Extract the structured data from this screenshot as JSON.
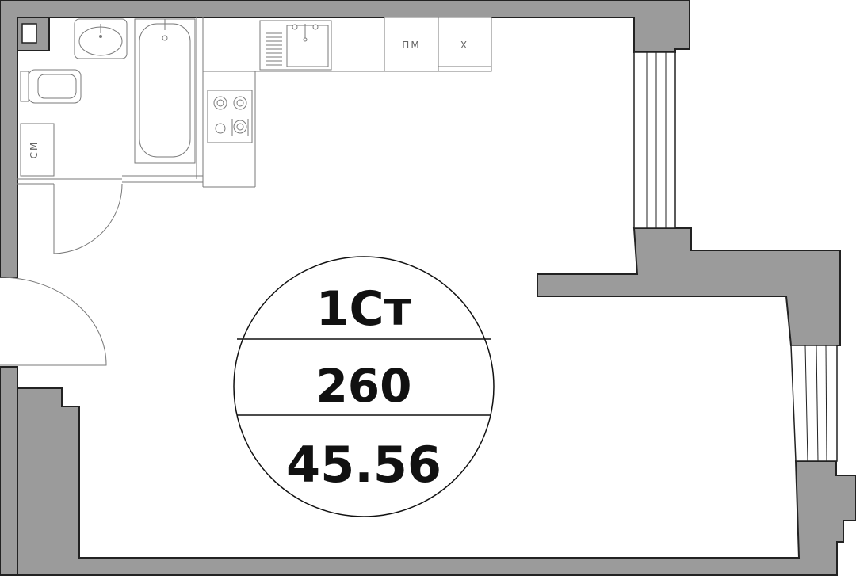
{
  "apartment": {
    "type_label": "1Ст",
    "number": "260",
    "area": "45.56"
  },
  "appliance_labels": {
    "dishwasher": "ПМ",
    "fridge": "Х",
    "washer": "СМ"
  }
}
